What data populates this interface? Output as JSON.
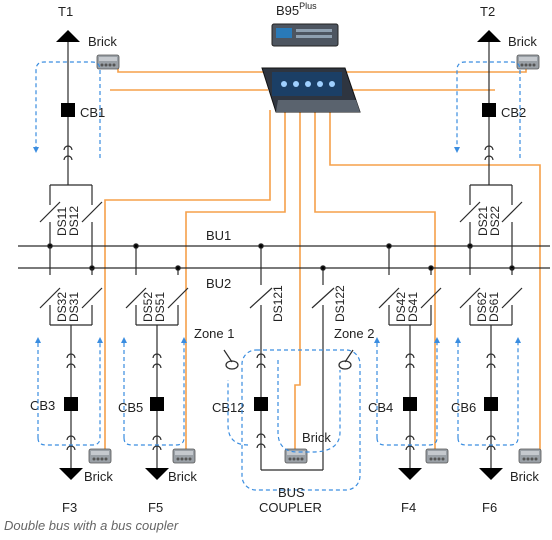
{
  "relay": {
    "name": "B95",
    "superscript": "Plus"
  },
  "transformers": {
    "left": "T1",
    "right": "T2"
  },
  "bricks": {
    "label": "Brick"
  },
  "breakers": {
    "cb1": "CB1",
    "cb2": "CB2",
    "cb3": "CB3",
    "cb5": "CB5",
    "cb12": "CB12",
    "cb4": "CB4",
    "cb6": "CB6"
  },
  "disconnectors": {
    "ds11": "DS11",
    "ds12": "DS12",
    "ds21": "DS21",
    "ds22": "DS22",
    "ds31": "DS31",
    "ds32": "DS32",
    "ds51": "DS51",
    "ds52": "DS52",
    "ds121": "DS121",
    "ds122": "DS122",
    "ds41": "DS41",
    "ds42": "DS42",
    "ds61": "DS61",
    "ds62": "DS62"
  },
  "buses": {
    "bu1": "BU1",
    "bu2": "BU2"
  },
  "zones": {
    "zone1": "Zone 1",
    "zone2": "Zone 2"
  },
  "feeders": {
    "f3": "F3",
    "f5": "F5",
    "f4": "F4",
    "f6": "F6"
  },
  "bus_coupler": {
    "line1": "BUS",
    "line2": "COUPLER"
  },
  "caption": "Double bus with a bus coupler",
  "colors": {
    "wire": "#2b2b2b",
    "fiber": "#f5a04a",
    "zone_loop": "#3a8de0",
    "brick": "#8a8f96"
  }
}
